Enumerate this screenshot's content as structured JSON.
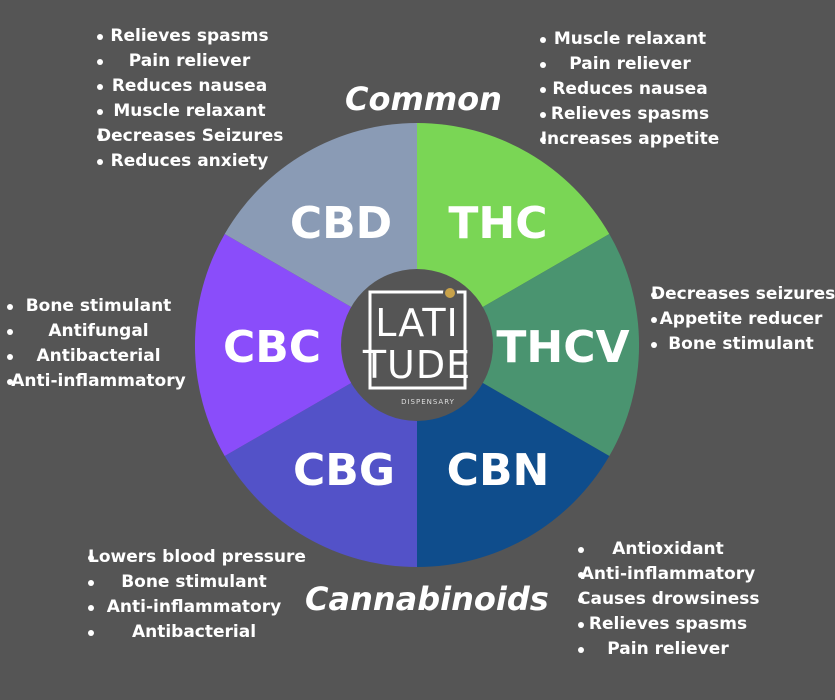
{
  "headings": {
    "top": "Common",
    "bottom": "Cannabinoids"
  },
  "logo": {
    "line1": "LATI",
    "line2": "TUDE",
    "sub": "DISPENSARY"
  },
  "colors": {
    "background": "#555555",
    "CBD": "#8a9bb5",
    "THC": "#7ad655",
    "THCV": "#4a9470",
    "CBN": "#0f4d8c",
    "CBG": "#5352c8",
    "CBC": "#8a4dfa",
    "center": "#555555"
  },
  "segments": [
    {
      "name": "THC"
    },
    {
      "name": "THCV"
    },
    {
      "name": "CBN"
    },
    {
      "name": "CBG"
    },
    {
      "name": "CBC"
    },
    {
      "name": "CBD"
    }
  ],
  "lists": {
    "CBD": [
      "Relieves spasms",
      "Pain reliever",
      "Reduces nausea",
      "Muscle relaxant",
      "Decreases Seizures",
      "Reduces anxiety"
    ],
    "THC": [
      "Muscle relaxant",
      "Pain reliever",
      "Reduces nausea",
      "Relieves spasms",
      "Increases appetite"
    ],
    "THCV": [
      "Decreases seizures",
      "Appetite reducer",
      "Bone stimulant"
    ],
    "CBC": [
      "Bone stimulant",
      "Antifungal",
      "Antibacterial",
      "Anti-inflammatory"
    ],
    "CBG": [
      "Lowers blood pressure",
      "Bone stimulant",
      "Anti-inflammatory",
      "Antibacterial"
    ],
    "CBN": [
      "Antioxidant",
      "Anti-inflammatory",
      "Causes drowsiness",
      "Relieves spasms",
      "Pain reliever"
    ]
  }
}
